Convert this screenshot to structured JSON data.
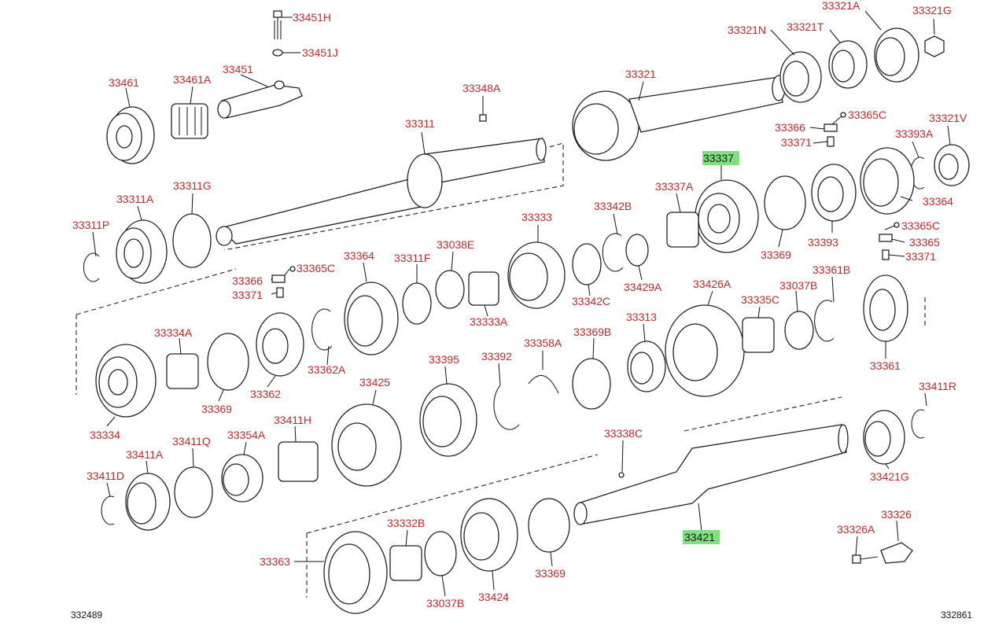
{
  "diagram": {
    "corner_codes": {
      "left": "332489",
      "right": "332861"
    },
    "parts": [
      {
        "id": "33451H",
        "label": "33451H"
      },
      {
        "id": "33451J",
        "label": "33451J"
      },
      {
        "id": "33451",
        "label": "33451"
      },
      {
        "id": "33461",
        "label": "33461"
      },
      {
        "id": "33461A",
        "label": "33461A"
      },
      {
        "id": "33311",
        "label": "33311"
      },
      {
        "id": "33348A",
        "label": "33348A"
      },
      {
        "id": "33311A",
        "label": "33311A"
      },
      {
        "id": "33311G",
        "label": "33311G"
      },
      {
        "id": "33311P",
        "label": "33311P"
      },
      {
        "id": "33321",
        "label": "33321"
      },
      {
        "id": "33321N",
        "label": "33321N"
      },
      {
        "id": "33321T",
        "label": "33321T"
      },
      {
        "id": "33321A",
        "label": "33321A"
      },
      {
        "id": "33321G",
        "label": "33321G"
      },
      {
        "id": "33365C_a",
        "label": "33365C"
      },
      {
        "id": "33366_a",
        "label": "33366"
      },
      {
        "id": "33371_a",
        "label": "33371"
      },
      {
        "id": "33321V",
        "label": "33321V"
      },
      {
        "id": "33393A",
        "label": "33393A"
      },
      {
        "id": "33337",
        "label": "33337",
        "highlighted": true
      },
      {
        "id": "33337A",
        "label": "33337A"
      },
      {
        "id": "33342B",
        "label": "33342B"
      },
      {
        "id": "33364_a",
        "label": "33364"
      },
      {
        "id": "33393",
        "label": "33393"
      },
      {
        "id": "33369_a",
        "label": "33369"
      },
      {
        "id": "33365C_b",
        "label": "33365C"
      },
      {
        "id": "33365",
        "label": "33365"
      },
      {
        "id": "33371_b",
        "label": "33371"
      },
      {
        "id": "33333",
        "label": "33333"
      },
      {
        "id": "33038E",
        "label": "33038E"
      },
      {
        "id": "33311F",
        "label": "33311F"
      },
      {
        "id": "33364_b",
        "label": "33364"
      },
      {
        "id": "33365C_c",
        "label": "33365C"
      },
      {
        "id": "33366_b",
        "label": "33366"
      },
      {
        "id": "33371_c",
        "label": "33371"
      },
      {
        "id": "33342C",
        "label": "33342C"
      },
      {
        "id": "33429A",
        "label": "33429A"
      },
      {
        "id": "33333A",
        "label": "33333A"
      },
      {
        "id": "33361B",
        "label": "33361B"
      },
      {
        "id": "33426A",
        "label": "33426A"
      },
      {
        "id": "33037B_a",
        "label": "33037B"
      },
      {
        "id": "33335C",
        "label": "33335C"
      },
      {
        "id": "33334A",
        "label": "33334A"
      },
      {
        "id": "33369B",
        "label": "33369B"
      },
      {
        "id": "33358A",
        "label": "33358A"
      },
      {
        "id": "33313",
        "label": "33313"
      },
      {
        "id": "33362A",
        "label": "33362A"
      },
      {
        "id": "33395",
        "label": "33395"
      },
      {
        "id": "33392",
        "label": "33392"
      },
      {
        "id": "33362",
        "label": "33362"
      },
      {
        "id": "33369_b",
        "label": "33369"
      },
      {
        "id": "33361",
        "label": "33361"
      },
      {
        "id": "33425",
        "label": "33425"
      },
      {
        "id": "33334",
        "label": "33334"
      },
      {
        "id": "33411R",
        "label": "33411R"
      },
      {
        "id": "33338C",
        "label": "33338C"
      },
      {
        "id": "33411H",
        "label": "33411H"
      },
      {
        "id": "33354A",
        "label": "33354A"
      },
      {
        "id": "33411Q",
        "label": "33411Q"
      },
      {
        "id": "33411A",
        "label": "33411A"
      },
      {
        "id": "33411D",
        "label": "33411D"
      },
      {
        "id": "33421G",
        "label": "33421G"
      },
      {
        "id": "33326",
        "label": "33326"
      },
      {
        "id": "33326A",
        "label": "33326A"
      },
      {
        "id": "33421",
        "label": "33421",
        "highlighted": true
      },
      {
        "id": "33332B",
        "label": "33332B"
      },
      {
        "id": "33363",
        "label": "33363"
      },
      {
        "id": "33369_c",
        "label": "33369"
      },
      {
        "id": "33037B_b",
        "label": "33037B"
      },
      {
        "id": "33424",
        "label": "33424"
      }
    ]
  }
}
